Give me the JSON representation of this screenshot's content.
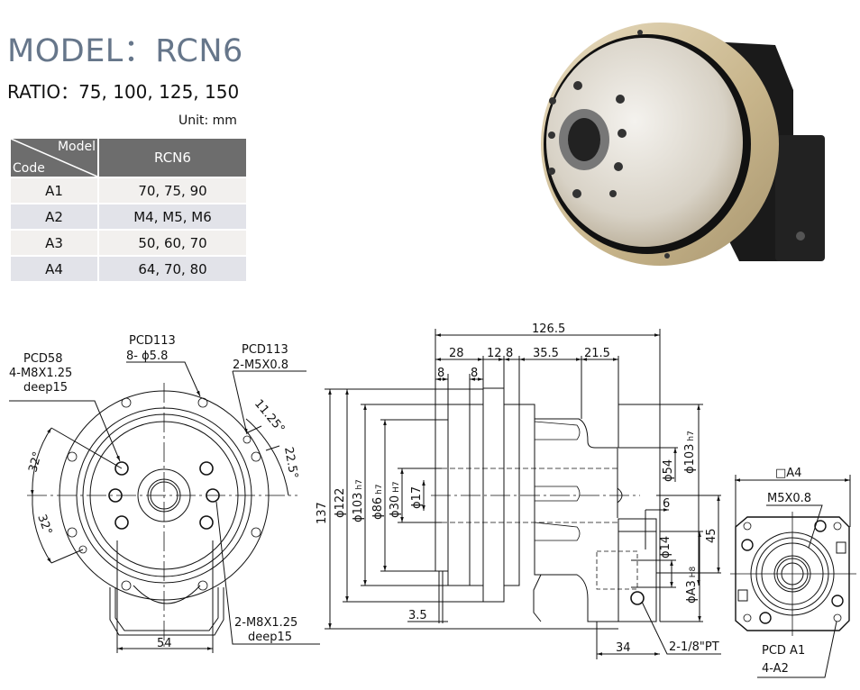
{
  "header": {
    "title": "MODEL：RCN6",
    "ratio": "RATIO：75, 100, 125, 150",
    "unit": "Unit: mm"
  },
  "table": {
    "corner_model": "Model",
    "corner_code": "Code",
    "column": "RCN6",
    "rows": [
      {
        "code": "A1",
        "value": "70, 75, 90"
      },
      {
        "code": "A2",
        "value": "M4, M5, M6"
      },
      {
        "code": "A3",
        "value": "50, 60, 70"
      },
      {
        "code": "A4",
        "value": "64, 70, 80"
      }
    ]
  },
  "front_view": {
    "pcd58_1": "PCD58",
    "pcd58_2": "4-M8X1.25",
    "pcd58_3": "deep15",
    "pcd113a_1": "PCD113",
    "pcd113a_2": "8- ϕ5.8",
    "pcd113b_1": "PCD113",
    "pcd113b_2": "2-M5X0.8",
    "ang_1125": "11.25°",
    "ang_225": "22.5°",
    "ang_32a": "32°",
    "ang_32b": "32°",
    "m8_1": "2-M8X1.25",
    "m8_2": "deep15",
    "width_54": "54"
  },
  "side_view": {
    "d1265": "126.5",
    "d28": "28",
    "d12": "12",
    "d8a": "8",
    "d355": "35.5",
    "d215": "21.5",
    "d8b": "8",
    "d8c": "8",
    "d137": "137",
    "d122": "ϕ122",
    "d103": "ϕ103",
    "d103_tol": "h7",
    "d86": "ϕ86",
    "d86_tol": "h7",
    "d30": "ϕ30",
    "d30_tol": "H7",
    "d17": "ϕ17",
    "d35": "3.5",
    "d54": "ϕ54",
    "d103r": "ϕ103",
    "d103r_tol": "h7",
    "d6": "6",
    "d45": "45",
    "d14": "ϕ14",
    "da3": "ϕA3",
    "da3_tol": "H8",
    "d34": "34",
    "pt": "2-1/8\"PT"
  },
  "end_view": {
    "a4": "□A4",
    "m5": "M5X0.8",
    "pcd_a1": "PCD A1",
    "a2": "4-A2"
  }
}
